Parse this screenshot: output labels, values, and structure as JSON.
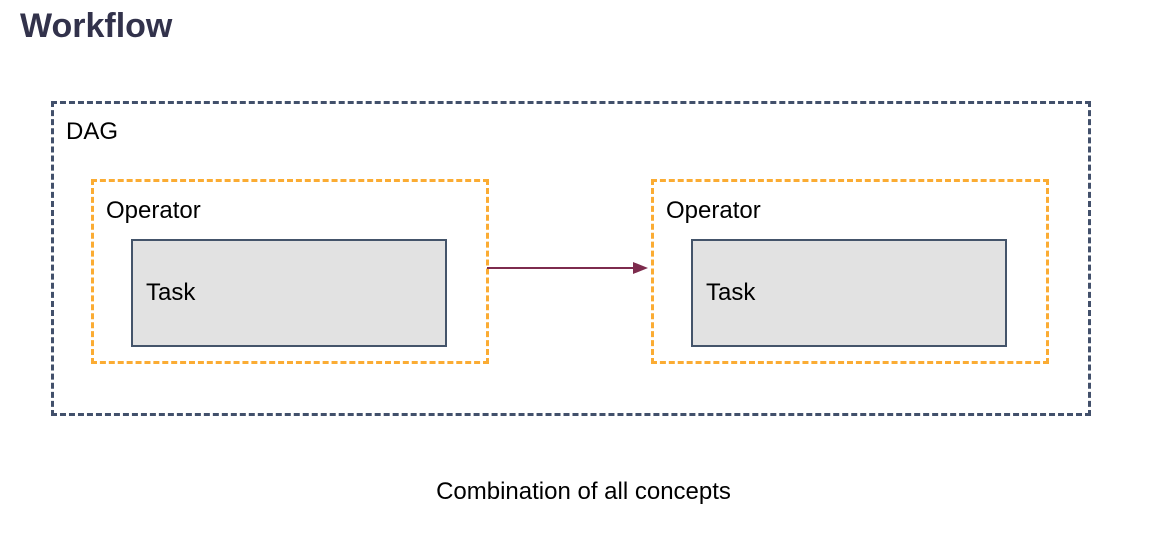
{
  "page": {
    "title": "Workflow",
    "caption": "Combination of all concepts"
  },
  "diagram": {
    "dag": {
      "label": "DAG",
      "operators": [
        {
          "label": "Operator",
          "task": {
            "label": "Task"
          }
        },
        {
          "label": "Operator",
          "task": {
            "label": "Task"
          }
        }
      ]
    },
    "arrow": {
      "direction": "left-to-right"
    }
  },
  "colors": {
    "title-color": "#32324B",
    "dag-border": "#42506B",
    "operator-border": "#FBAC33",
    "task-fill": "#E2E2E2",
    "task-border": "#44546A",
    "arrow-color": "#7D2B4D",
    "label-color": "#000000",
    "page-bg": "#FFFFFF"
  }
}
